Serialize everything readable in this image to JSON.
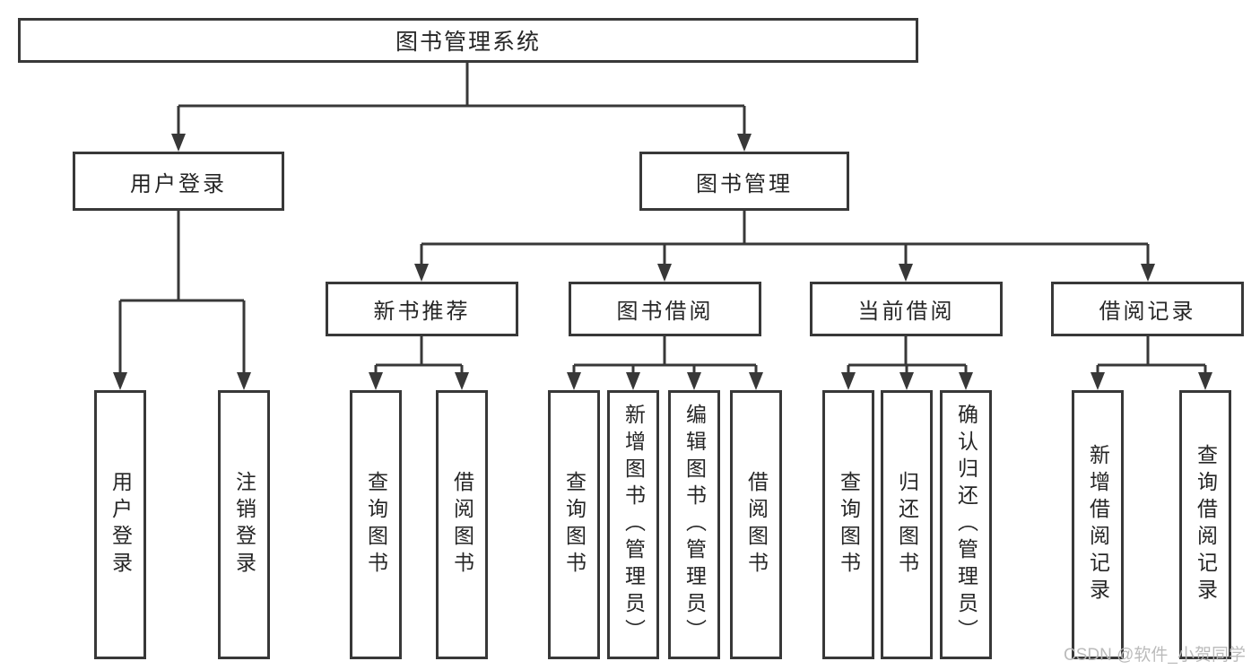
{
  "tree": {
    "label": "图书管理系统",
    "children": [
      {
        "label": "用户登录",
        "children": [
          {
            "label": "用户登录"
          },
          {
            "label": "注销登录"
          }
        ]
      },
      {
        "label": "图书管理",
        "children": [
          {
            "label": "新书推荐",
            "children": [
              {
                "label": "查询图书"
              },
              {
                "label": "借阅图书"
              }
            ]
          },
          {
            "label": "图书借阅",
            "children": [
              {
                "label": "查询图书"
              },
              {
                "label": "新增图书（管理员）"
              },
              {
                "label": "编辑图书（管理员）"
              },
              {
                "label": "借阅图书"
              }
            ]
          },
          {
            "label": "当前借阅",
            "children": [
              {
                "label": "查询图书"
              },
              {
                "label": "归还图书"
              },
              {
                "label": "确认归还（管理员）"
              }
            ]
          },
          {
            "label": "借阅记录",
            "children": [
              {
                "label": "新增借阅记录"
              },
              {
                "label": "查询借阅记录"
              }
            ]
          }
        ]
      }
    ]
  },
  "watermark": "CSDN @软件_小贺同学",
  "colors": {
    "line": "#383838",
    "text": "#262626",
    "background": "#ffffff",
    "watermark": "#b8b8b8"
  }
}
